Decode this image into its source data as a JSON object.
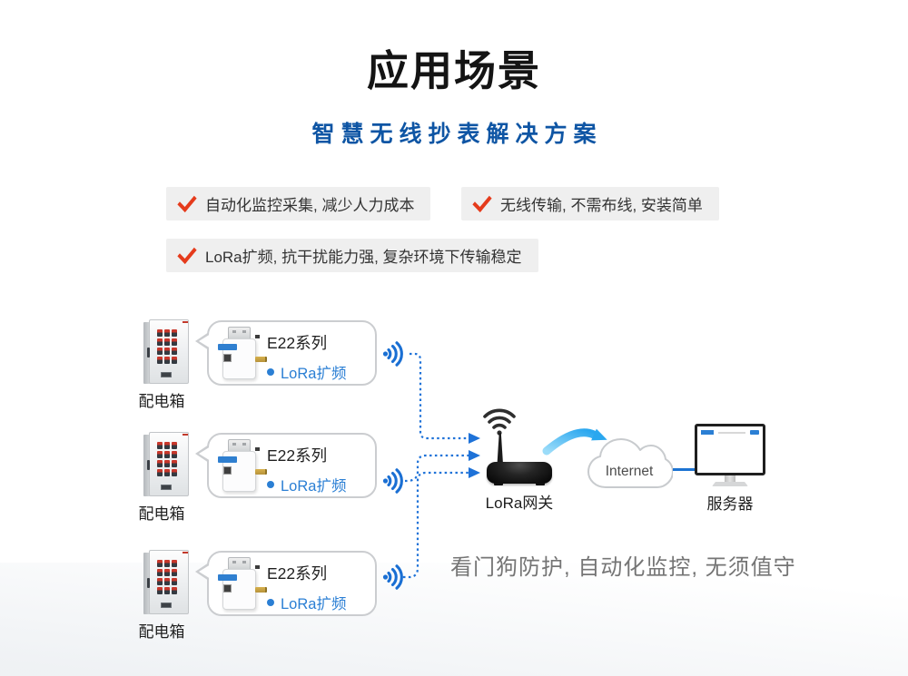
{
  "page": {
    "title": "应用场景",
    "subtitle": "智慧无线抄表解决方案",
    "slogan": "看门狗防护, 自动化监控, 无须值守"
  },
  "features": [
    {
      "text": "自动化监控采集, 减少人力成本"
    },
    {
      "text": "无线传输, 不需布线, 安装简单"
    },
    {
      "text": "LoRa扩频, 抗干扰能力强, 复杂环境下传输稳定"
    }
  ],
  "nodes": {
    "rows": [
      {
        "box_label": "配电箱",
        "device_name": "E22系列",
        "device_feature": "LoRa扩频"
      },
      {
        "box_label": "配电箱",
        "device_name": "E22系列",
        "device_feature": "LoRa扩频"
      },
      {
        "box_label": "配电箱",
        "device_name": "E22系列",
        "device_feature": "LoRa扩频"
      }
    ],
    "gateway_label": "LoRa网关",
    "cloud_label": "Internet",
    "server_label": "服务器"
  },
  "icons": {
    "checkmark": "check-icon",
    "wifi_signal": "wifi-signal-icon",
    "gateway_wifi": "wifi-arcs-icon",
    "cloud": "internet-cloud-icon",
    "flow_arrow": "flow-arrow-icon"
  },
  "colors": {
    "subtitle_blue": "#0e55a4",
    "feature_blue": "#2b7fd4",
    "wifi_blue": "#1a6fd3",
    "connector_blue": "#1e72d8",
    "check_red": "#e53b1c",
    "slogan_gray": "#757575"
  }
}
